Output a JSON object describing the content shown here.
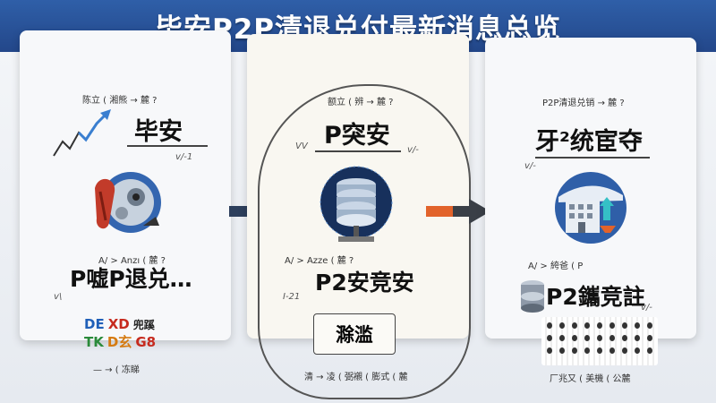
{
  "header": {
    "title": "毕安P2P清退兑付最新消息总览"
  },
  "cards": [
    {
      "top_label": "陈立 ( 湘熊 → 麓 ?",
      "main_title": "毕安",
      "side_note": "v/-1",
      "mid_label": "A/ > Anzı ( 麓 ?",
      "sub_title": "P嘘P退兑…",
      "left_note": "v\\",
      "tags": [
        [
          "DE",
          "XD",
          "兜蹊"
        ],
        [
          "TK",
          "D玄",
          "G8"
        ]
      ],
      "bottom_label": "— → ( 冻睇"
    },
    {
      "top_label": "额立 ( 辨 → 麓 ?",
      "main_title": "P突安",
      "left_note": "VV",
      "right_note": "v/-",
      "mid_label": "A/ > Azze ( 麓 ?",
      "sub_title": "P2安竞安",
      "left_note2": "I-21",
      "box_label": "滁滥",
      "bottom_label": "清 → 凌 ( 弼襯 ( 膨式 ( 麓"
    },
    {
      "top_label": "P2P清退兑销 → 麓 ?",
      "main_title": "牙²统宦夺",
      "left_note": "v/-",
      "mid_label": "A/ > 絝爸 ( P",
      "sub_title": "P2鑴竞註",
      "right_note": "v/-",
      "bottom_label": "厂兆又 ( 美機 ( 公麓"
    }
  ],
  "colors": {
    "banner": "#2a54a0",
    "arrow_blue": "#3f74c9",
    "arrow_orange": "#e2632b",
    "trend": "#3a7fd0"
  }
}
